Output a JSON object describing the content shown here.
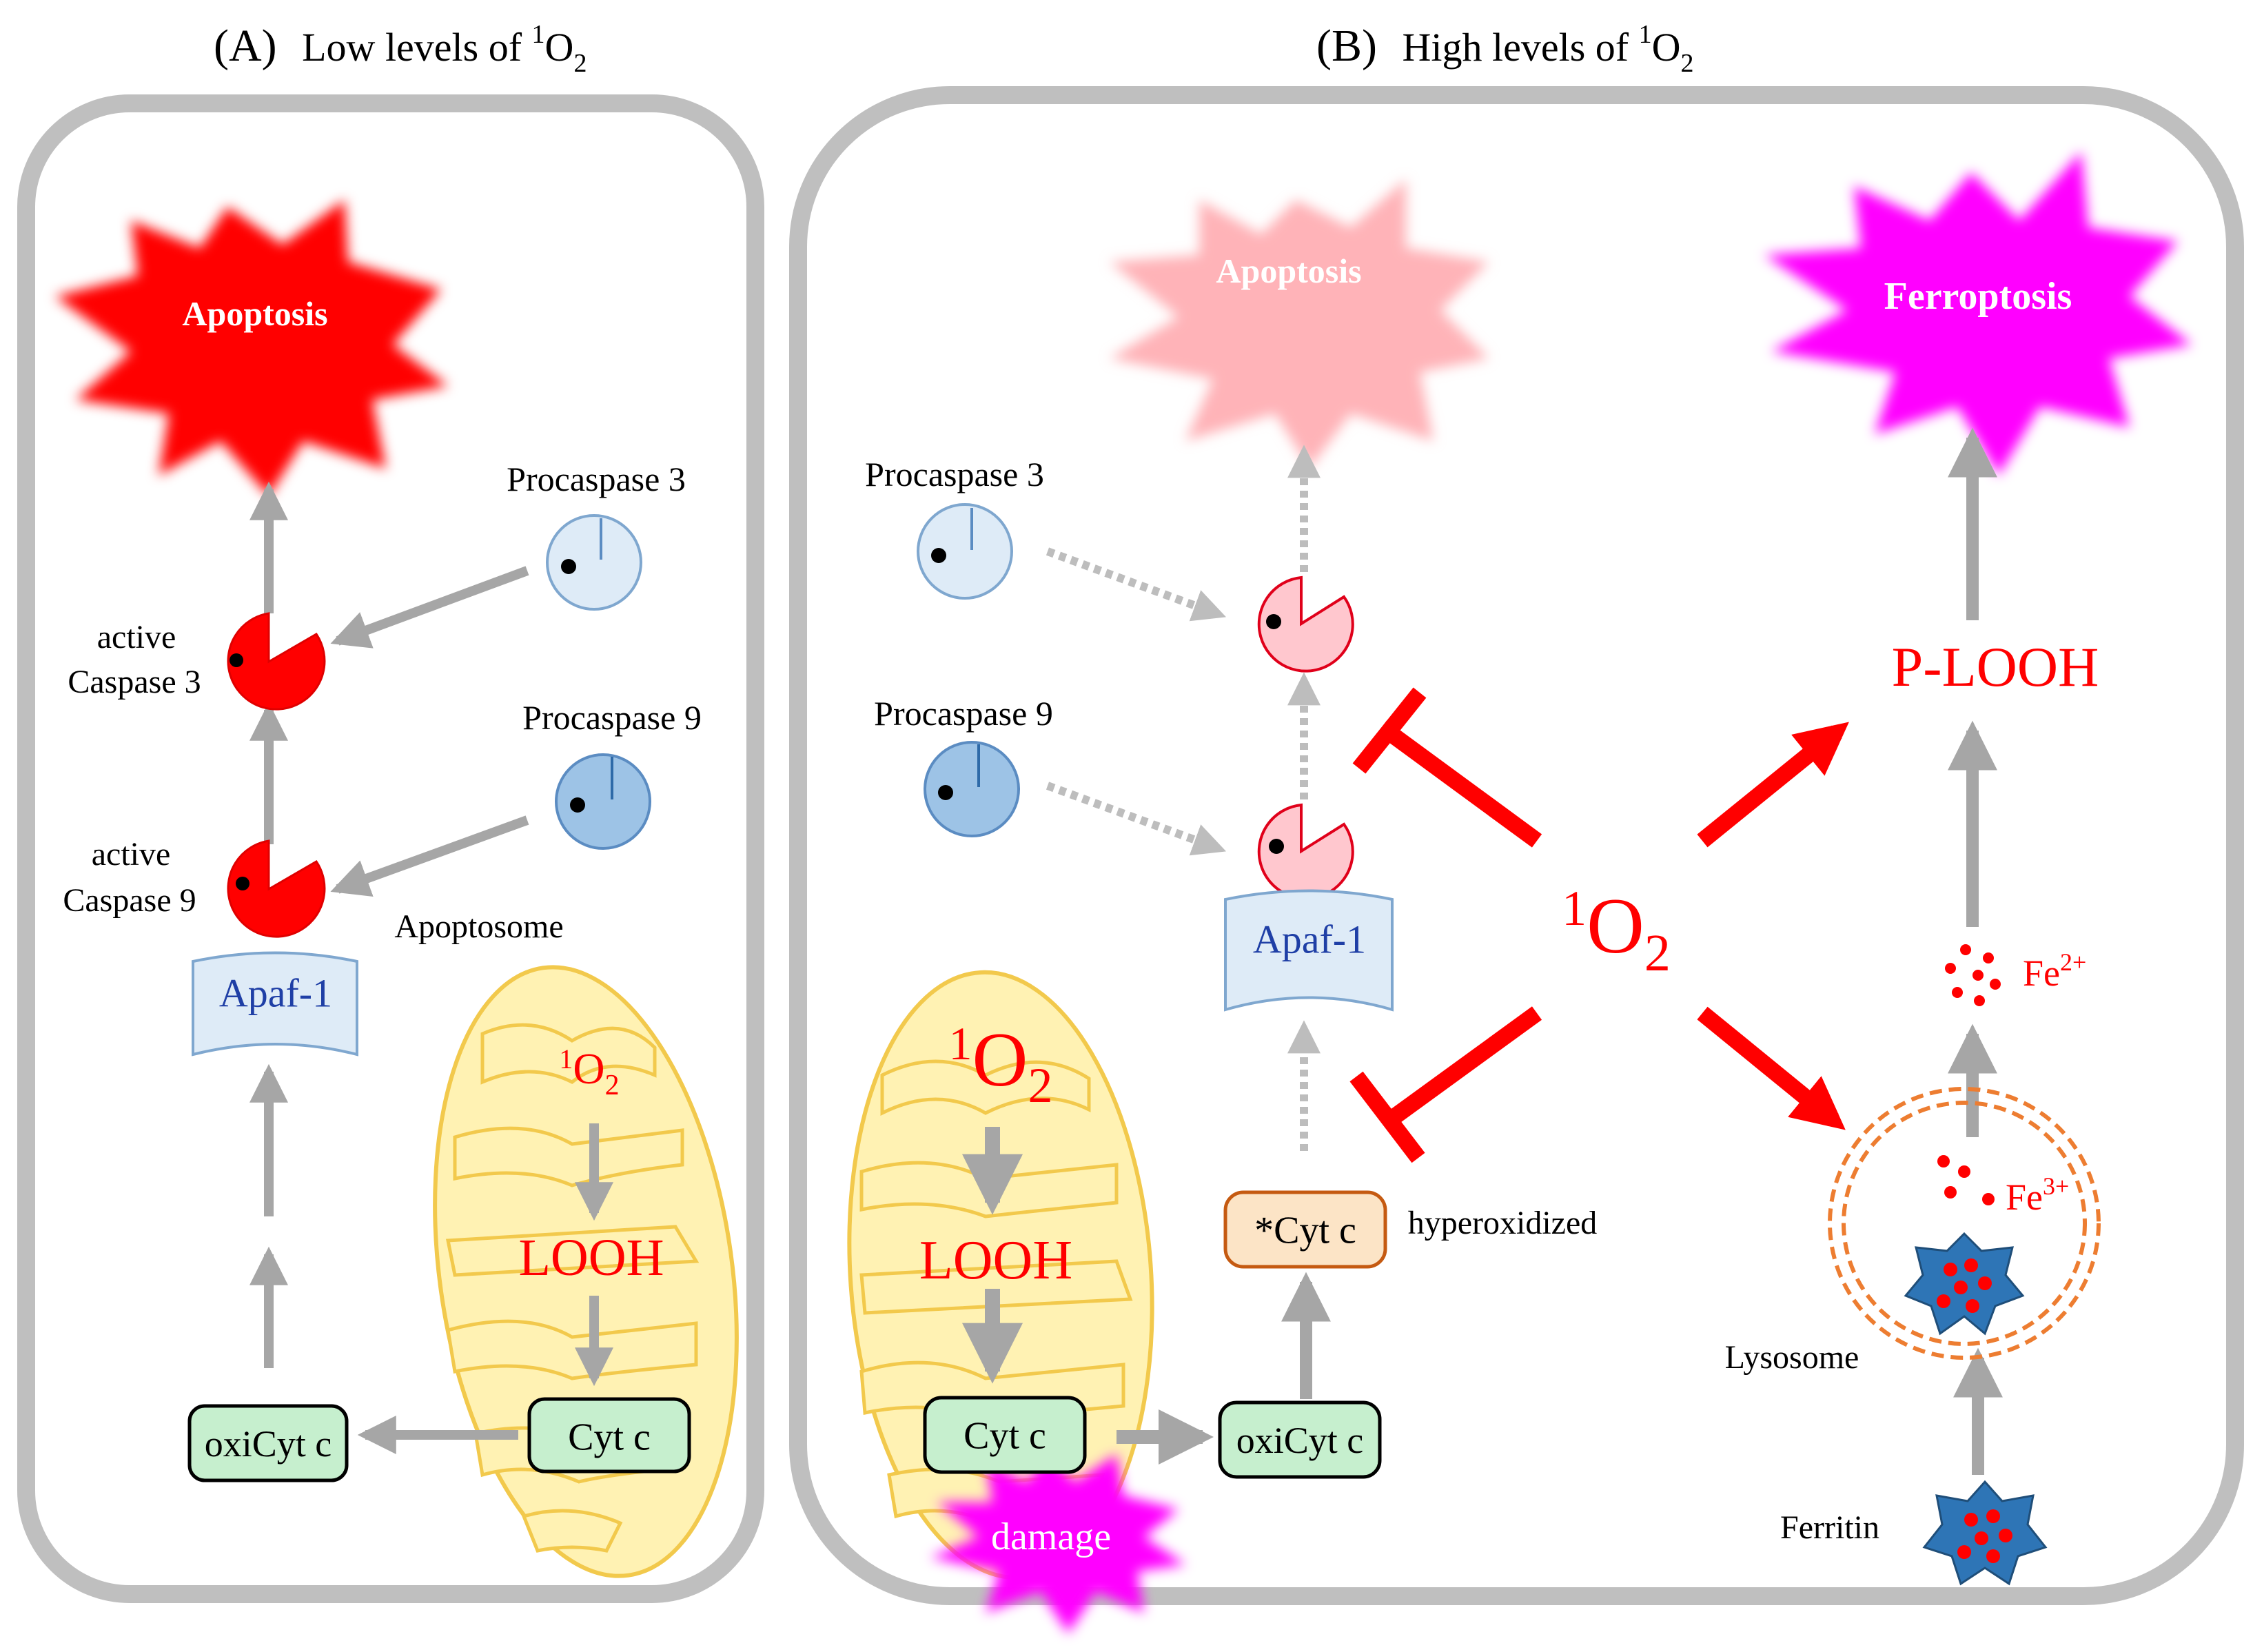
{
  "panel_a": {
    "title_letter": "(A)",
    "title_text": "Low levels of ",
    "title_sup": "1",
    "title_o": "O",
    "title_sub": "2",
    "apoptosis": "Apoptosis",
    "procaspase3": "Procaspase 3",
    "procaspase9": "Procaspase 9",
    "active_caspase3_l1": "active",
    "active_caspase3_l2": "Caspase 3",
    "active_caspase9_l1": "active",
    "active_caspase9_l2": "Caspase 9",
    "apoptosome": "Apoptosome",
    "apaf1": "Apaf-1",
    "singlet_sup": "1",
    "singlet_o": "O",
    "singlet_sub": "2",
    "looh": "LOOH",
    "cytc": "Cyt c",
    "oxicytc": "oxiCyt c"
  },
  "panel_b": {
    "title_letter": "(B)",
    "title_text": "High levels of ",
    "title_sup": "1",
    "title_o": "O",
    "title_sub": "2",
    "apoptosis": "Apoptosis",
    "ferroptosis": "Ferroptosis",
    "procaspase3": "Procaspase 3",
    "procaspase9": "Procaspase 9",
    "apaf1": "Apaf-1",
    "center_sup": "1",
    "center_o": "O",
    "center_sub": "2",
    "p_looh": "P-LOOH",
    "fe2_base": "Fe",
    "fe2_sup": "2+",
    "fe3_base": "Fe",
    "fe3_sup": "3+",
    "lysosome": "Lysosome",
    "ferritin": "Ferritin",
    "star_cytc": "*Cyt c",
    "hyperoxidized": "hyperoxidized",
    "mito_sup": "1",
    "mito_o": "O",
    "mito_sub": "2",
    "looh": "LOOH",
    "cytc": "Cyt c",
    "oxicytc": "oxiCyt c",
    "damage": "damage"
  },
  "colors": {
    "red": "#ff0000",
    "magenta": "#ff00ff",
    "pink_burst": "#ffb3b8",
    "gray_arrow": "#a6a6a6",
    "panel_border": "#bfbfbf",
    "mito_fill": "#fff2b3",
    "mito_stroke": "#f2c94c",
    "green_box": "#c6efce",
    "apaf_fill": "#deebf7",
    "apaf_text": "#1f3fa6",
    "procaspase3": "#deebf7",
    "procaspase9": "#9dc3e6",
    "lysosome_ring": "#ed7d31",
    "ferritin": "#2e75b6"
  }
}
